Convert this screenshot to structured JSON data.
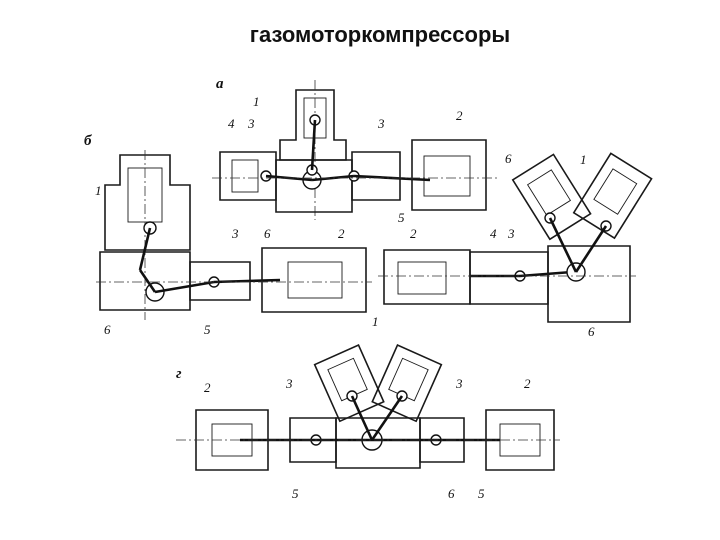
{
  "title": "газомоторкомпрессоры",
  "labels": {
    "a": "а",
    "b": "б",
    "g": "г",
    "n1": "1",
    "n2": "2",
    "n3": "3",
    "n4": "4",
    "n5": "5",
    "n6": "6"
  }
}
